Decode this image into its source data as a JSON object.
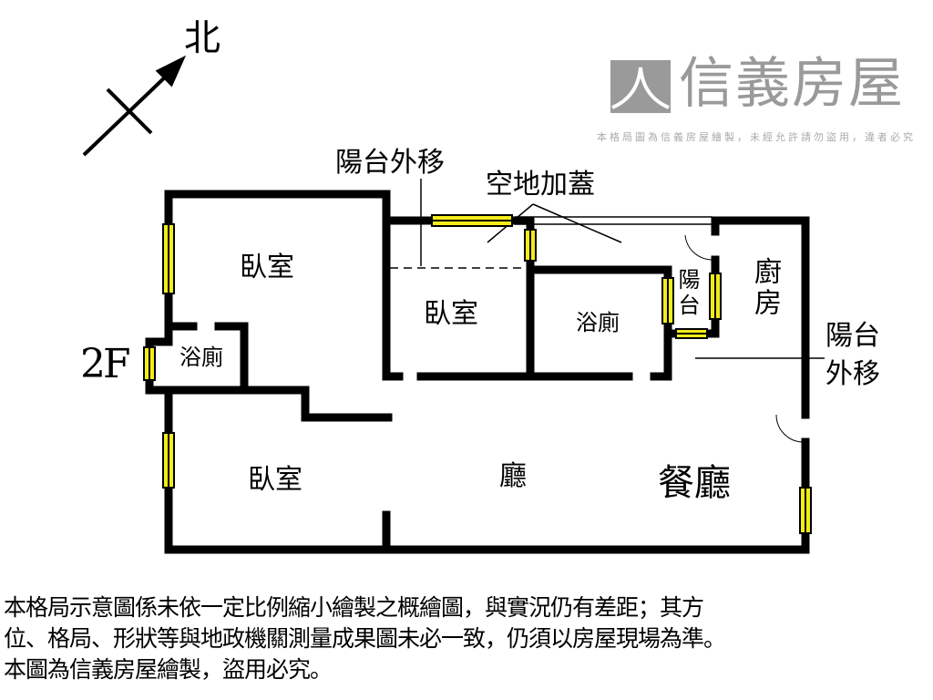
{
  "compass": {
    "north_label": "北"
  },
  "floor_label": "2F",
  "rooms": {
    "bedroom_main": "臥室",
    "bedroom_middle": "臥室",
    "bedroom_lower": "臥室",
    "bath_left": "浴廁",
    "bath_middle": "浴廁",
    "balcony": "陽台",
    "kitchen": "廚房",
    "living": "廳",
    "dining": "餐廳"
  },
  "annotations": {
    "balcony_moved_top": "陽台外移",
    "open_space_addition": "空地加蓋",
    "balcony_moved_right": "陽台外移"
  },
  "watermark": {
    "brand": "信義房屋",
    "notice": "本格局圖為信義房屋繪製，未經允許請勿盜用，違者必究"
  },
  "disclaimer": [
    "本格局示意圖係未依一定比例縮小繪製之概繪圖，與實況仍有差距；其方",
    "位、格局、形狀等與地政機關測量成果圖未必一致，仍須以房屋現場為準。",
    "本圖為信義房屋繪製，盜用必究。"
  ],
  "colors": {
    "wall": "#000000",
    "window": "#f2ec1a",
    "watermark": "#9a9a9a"
  }
}
